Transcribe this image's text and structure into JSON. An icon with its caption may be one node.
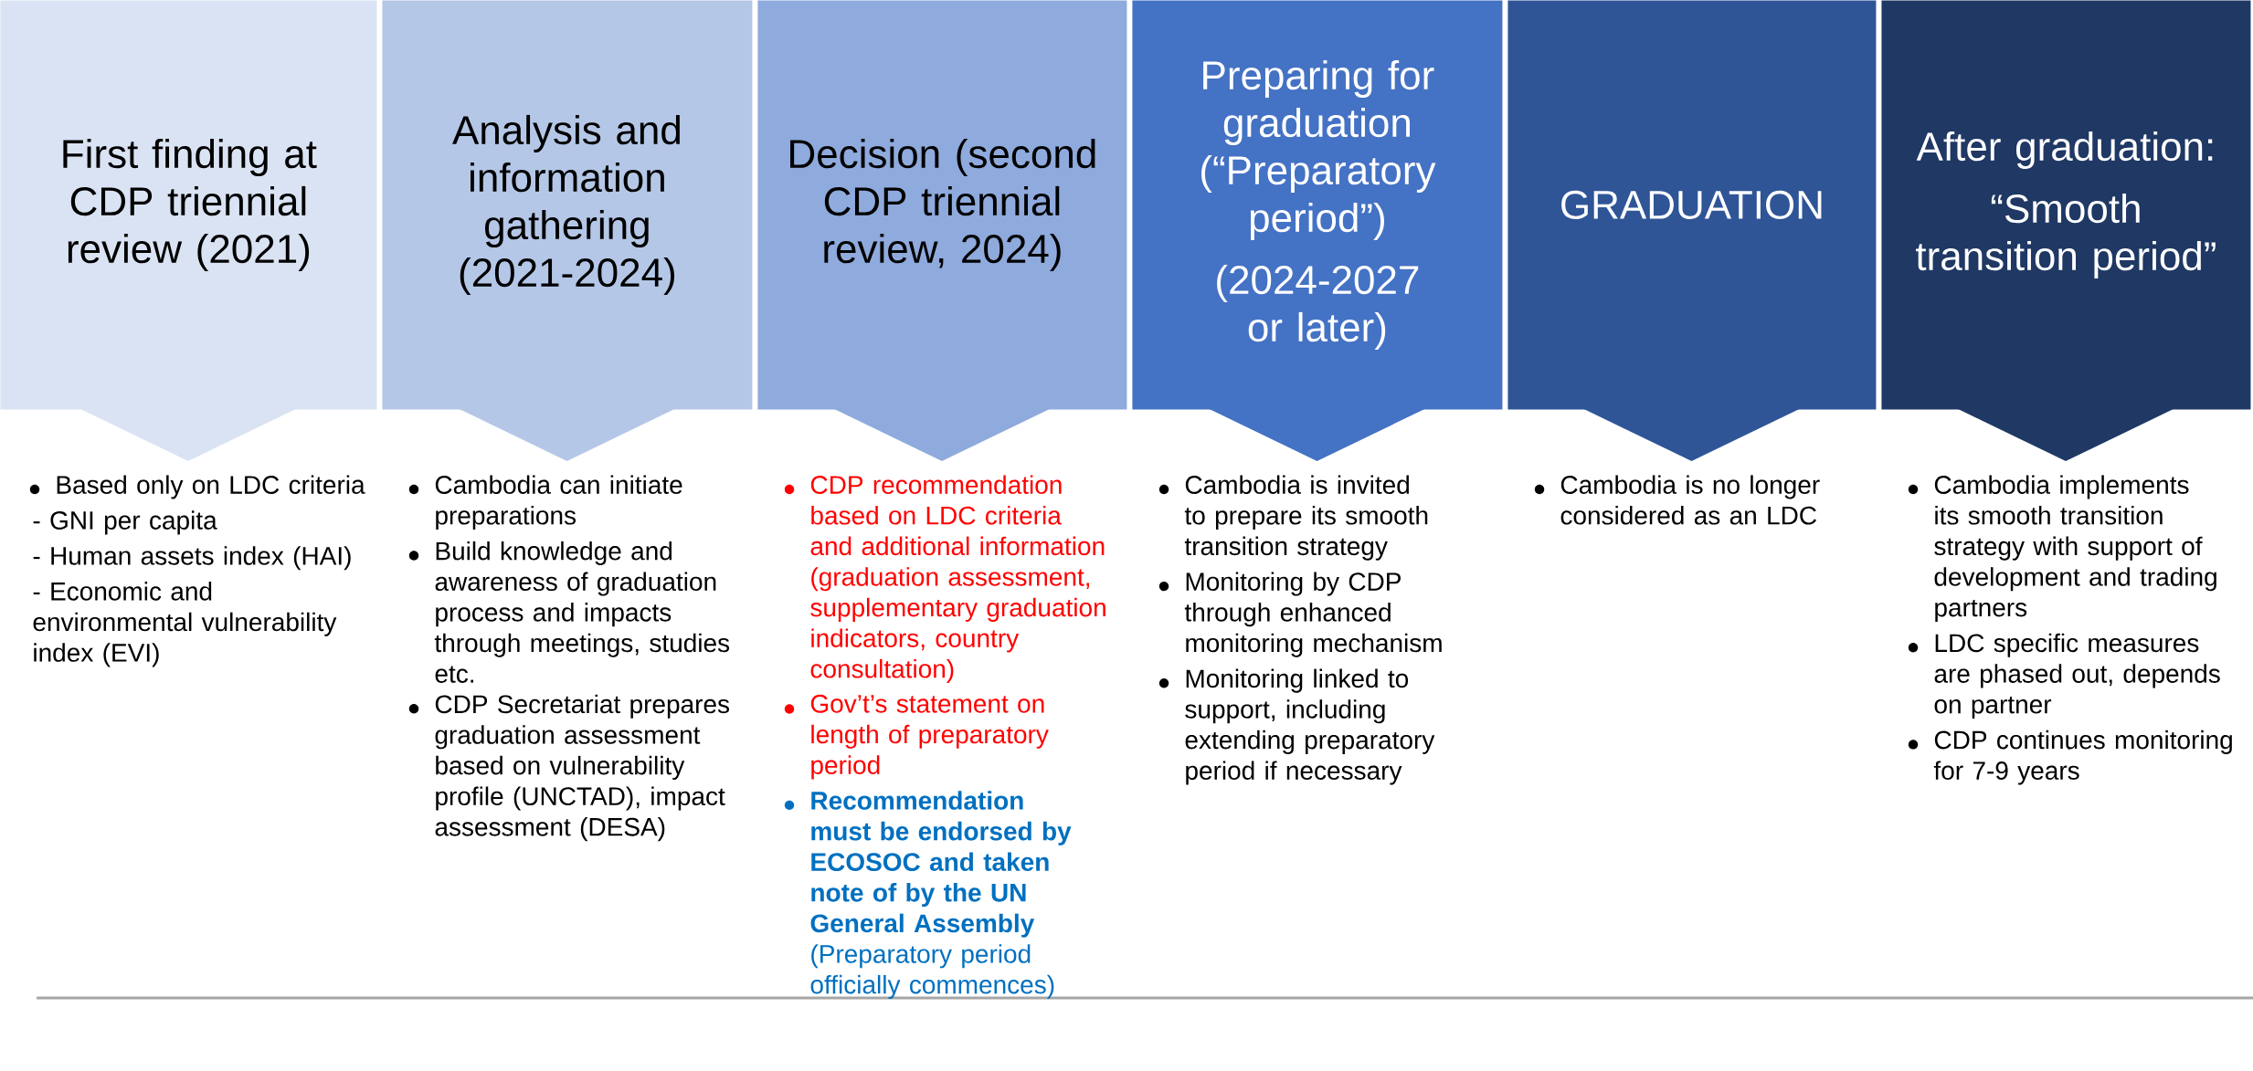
{
  "diagram": {
    "nodes": [
      {
        "text": [
          "First finding at CDP triennial review (2021)"
        ],
        "beside": [
          "Based only on LDC criteria",
          "- GNI per capita",
          "- Human assets index (HAI)",
          "- Economic and environmental vulnerability index (EVI)"
        ]
      },
      {
        "text": [
          "Analysis and information gathering (2021-2024)"
        ],
        "beside": [
          "Cambodia can initiate preparations",
          "Build knowledge and awareness of graduation process and impacts through meetings, studies etc.",
          "CDP Secretariat prepares graduation assessment based on vulnerability profile (UNCTAD), impact assessment (DESA)"
        ]
      },
      {
        "text": [
          "Decision (second CDP triennial review, 2024)"
        ],
        "beside": [
          "CDP recommendation based on LDC criteria and additional information (graduation assessment, supplementary graduation indicators, country consultation)",
          "Gov’t’s statement on length of preparatory period",
          "**Recommendation must be endorsed by ECOSOC and taken note of by the UN General Assembly** (Preparatory period officially commences)"
        ]
      },
      {
        "text": [
          "Preparing for graduation (“Preparatory period”)",
          "(2024-2027 or later)"
        ],
        "beside": [
          "Cambodia is invited to prepare its smooth transition strategy",
          "Monitoring by CDP through enhanced monitoring mechanism",
          "Monitoring linked to support, including extending preparatory period if necessary"
        ]
      },
      {
        "text": [
          "GRADUATION"
        ],
        "beside": [
          "Cambodia is no longer considered as an LDC"
        ]
      },
      {
        "text": [
          "After graduation:",
          "“Smooth transition period”"
        ],
        "beside": [
          "Cambodia implements its smooth transition strategy with support of development and trading partners",
          "LDC specific measures are phased out, depends on partner",
          "CDP continues monitoring for 7-9 years"
        ]
      }
    ]
  }
}
